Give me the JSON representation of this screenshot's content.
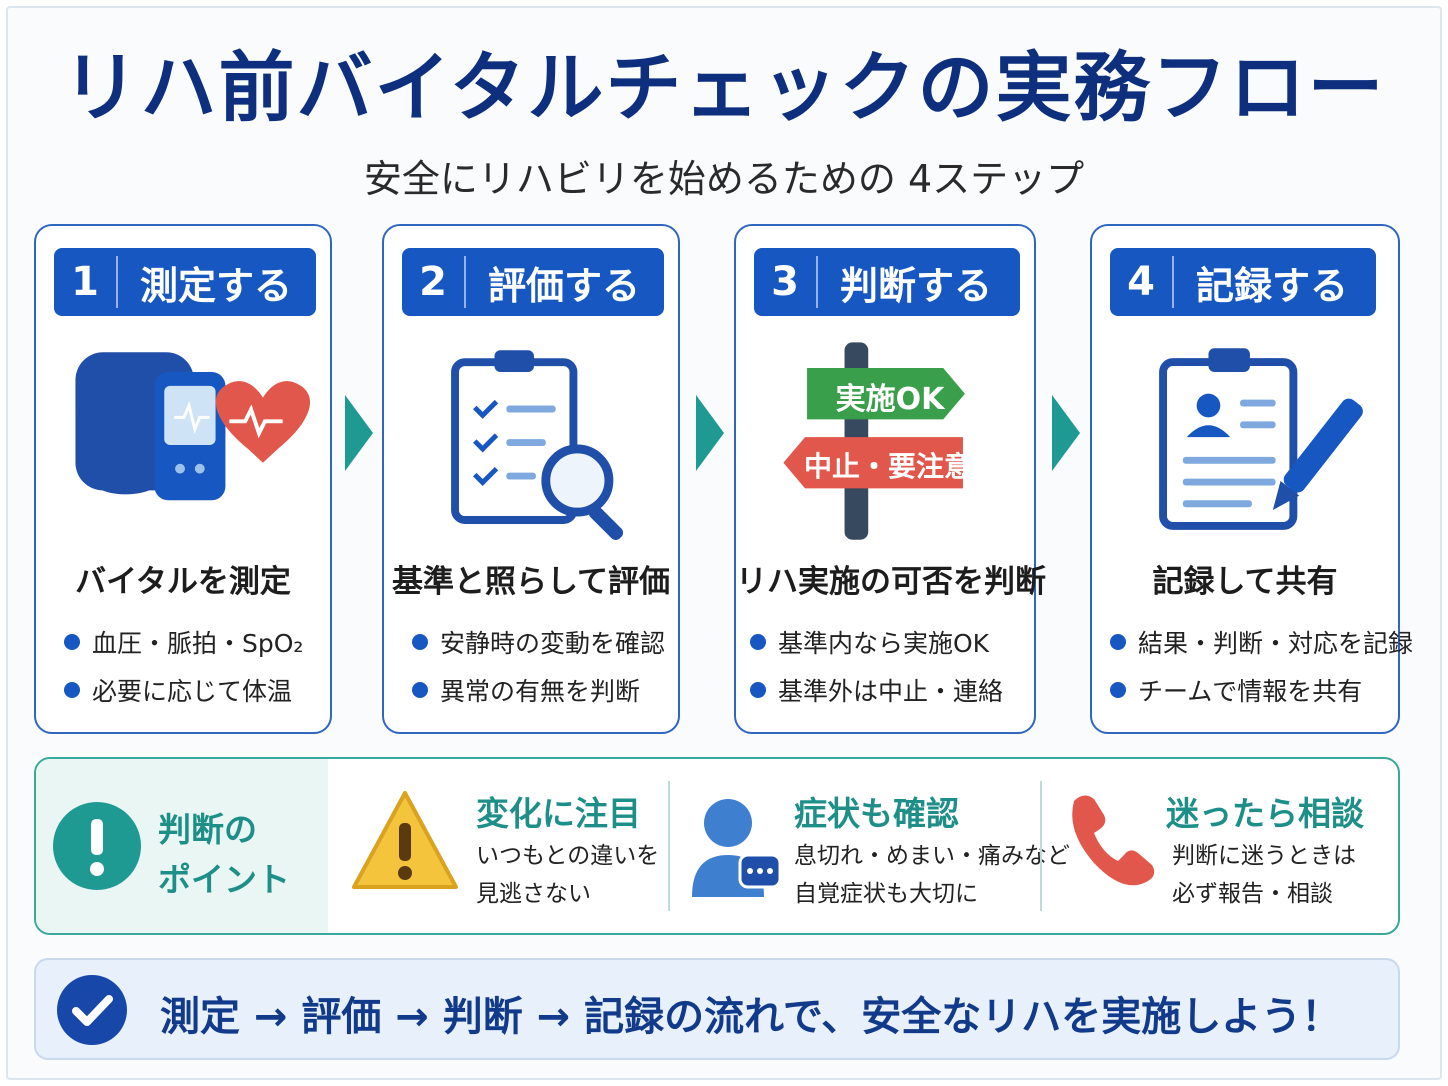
{
  "title": "リハ前バイタルチェックの実務フロー",
  "subtitle": "安全にリハビリを始めるための 4ステップ",
  "steps": [
    {
      "number": "1",
      "label": "測定する",
      "heading": "バイタルを測定",
      "bullets": [
        "血圧・脈拍・SpO₂",
        "必要に応じて体温"
      ]
    },
    {
      "number": "2",
      "label": "評価する",
      "heading": "基準と照らして評価",
      "bullets": [
        "安静時の変動を確認",
        "異常の有無を判断"
      ]
    },
    {
      "number": "3",
      "label": "判断する",
      "heading": "リハ実施の可否を判断",
      "sign_ok": "実施OK",
      "sign_stop": "中止・要注意",
      "bullets": [
        "基準内なら実施OK",
        "基準外は中止・連絡"
      ]
    },
    {
      "number": "4",
      "label": "記録する",
      "heading": "記録して共有",
      "bullets": [
        "結果・判断・対応を記録",
        "チームで情報を共有"
      ]
    }
  ],
  "points": {
    "lead_line1": "判断の",
    "lead_line2": "ポイント",
    "items": [
      {
        "title": "変化に注目",
        "line1": "いつもとの違いを",
        "line2": "見逃さない",
        "icon": "warning-icon"
      },
      {
        "title": "症状も確認",
        "line1": "息切れ・めまい・痛みなど",
        "line2": "自覚症状も大切に",
        "icon": "person-chat-icon"
      },
      {
        "title": "迷ったら相談",
        "line1": "判断に迷うときは",
        "line2": "必ず報告・相談",
        "icon": "phone-icon"
      }
    ]
  },
  "footer": "測定 → 評価 → 判断 → 記録の流れで、安全なリハを実施しよう！",
  "colors": {
    "navy": "#0d2f7e",
    "blue": "#1757c2",
    "teal": "#1e9a93",
    "green": "#3a9f4a",
    "red": "#e2574c",
    "yellow": "#f4c43c"
  }
}
